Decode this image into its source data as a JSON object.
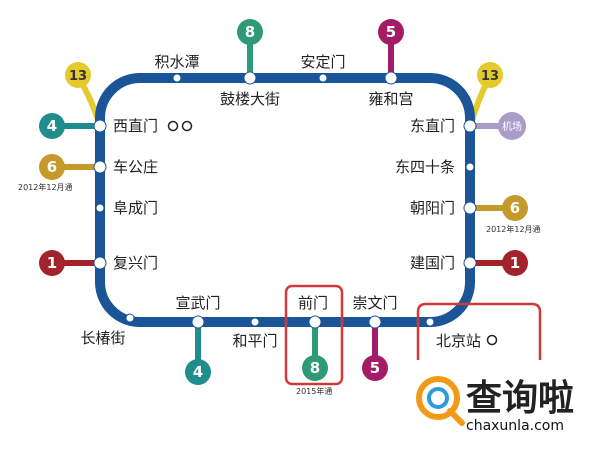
{
  "colors": {
    "loop": "#1b5598",
    "line1": "#a3232c",
    "line4": "#1f8d8c",
    "line5": "#a21c66",
    "line6": "#c59a2a",
    "line8": "#2e9a77",
    "line13": "#e6c92c",
    "airport": "#a89cc8",
    "highlight": "#d23a3a",
    "watermark_orange": "#f29a17",
    "watermark_blue": "#2e9ad8"
  },
  "stations": {
    "jishuitan": "积水潭",
    "gulou": "鼓楼大街",
    "andingmen": "安定门",
    "yonghegong": "雍和宫",
    "xizhimen": "西直门",
    "dongzhimen": "东直门",
    "chegongzhuang": "车公庄",
    "dongsishitiao": "东四十条",
    "fuchengmen": "阜成门",
    "chaoyangmen": "朝阳门",
    "fuxingmen": "复兴门",
    "jianguomen": "建国门",
    "changchunjie": "长椿街",
    "xuanwumen": "宣武门",
    "hepingmen": "和平门",
    "qianmen": "前门",
    "chongwenmen": "崇文门",
    "beijingzhan": "北京站"
  },
  "lines": {
    "l13_left": "13",
    "l13_right": "13",
    "l8_top": "8",
    "l5_top": "5",
    "l4_left": "4",
    "l6_left": "6",
    "l6_right": "6",
    "l1_left": "1",
    "l1_right": "1",
    "l4_bottom": "4",
    "l8_bottom": "8",
    "l5_bottom": "5"
  },
  "airport_label": "机场",
  "notes": {
    "chegongzhuang_open": "2012年12月通",
    "chaoyangmen_open": "2012年12月通",
    "qianmen_open": "2015年通"
  },
  "watermark": {
    "brand": "查询啦",
    "url": "chaxunla.com"
  }
}
